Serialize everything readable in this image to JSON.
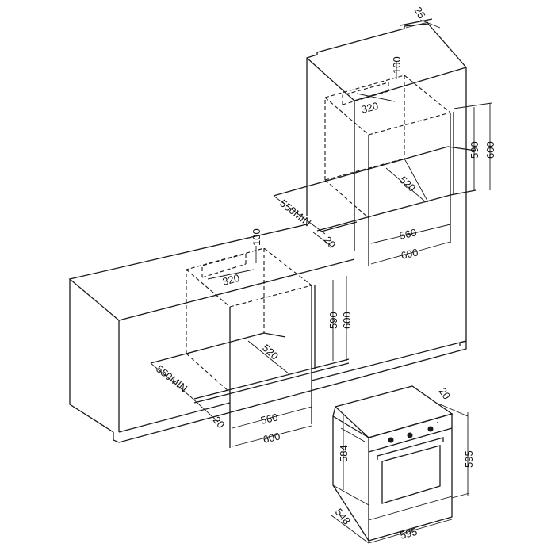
{
  "tall_unit": {
    "top_offset": "25",
    "vent_height": "100",
    "vent_width": "320",
    "niche_height_min": "590",
    "niche_height_max": "600",
    "niche_depth": "520",
    "cabinet_depth": "550MIN",
    "rear_gap": "20",
    "niche_width_min": "560",
    "niche_width_max": "600"
  },
  "under_counter": {
    "vent_height": "100",
    "vent_width": "320",
    "niche_height_min": "590",
    "niche_height_max": "600",
    "niche_depth": "520",
    "cabinet_depth": "550MIN",
    "rear_gap": "20",
    "niche_width_min": "560",
    "niche_width_max": "600"
  },
  "oven": {
    "panel_depth": "20",
    "body_height": "584",
    "total_height": "595",
    "depth": "548",
    "width": "595"
  }
}
